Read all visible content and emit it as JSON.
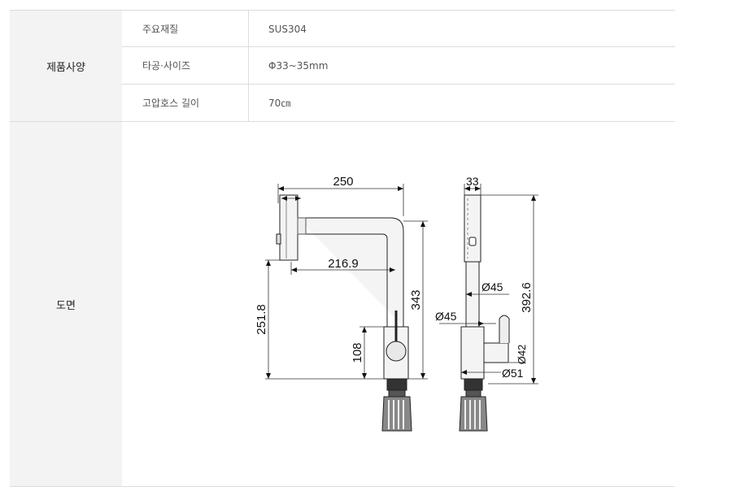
{
  "spec_table": {
    "group_label": "제품사양",
    "rows": [
      {
        "label": "주요재질",
        "value": "SUS304"
      },
      {
        "label": "타공·사이즈",
        "value": "Φ33~35mm"
      },
      {
        "label": "고압호스 길이",
        "value": "70㎝"
      }
    ]
  },
  "drawing_section": {
    "label": "도면",
    "front_view": {
      "width_label": "250",
      "spout_reach_label": "216.9",
      "total_height_label": "343",
      "spout_height_label": "251.8",
      "body_height_label": "108"
    },
    "side_view": {
      "head_width_label": "33",
      "total_height_label": "392.6",
      "neck_diameter_label": "Ø45",
      "body_diameter_label": "Ø45",
      "handle_diameter_label": "Ø42",
      "base_diameter_label": "Ø51"
    }
  }
}
